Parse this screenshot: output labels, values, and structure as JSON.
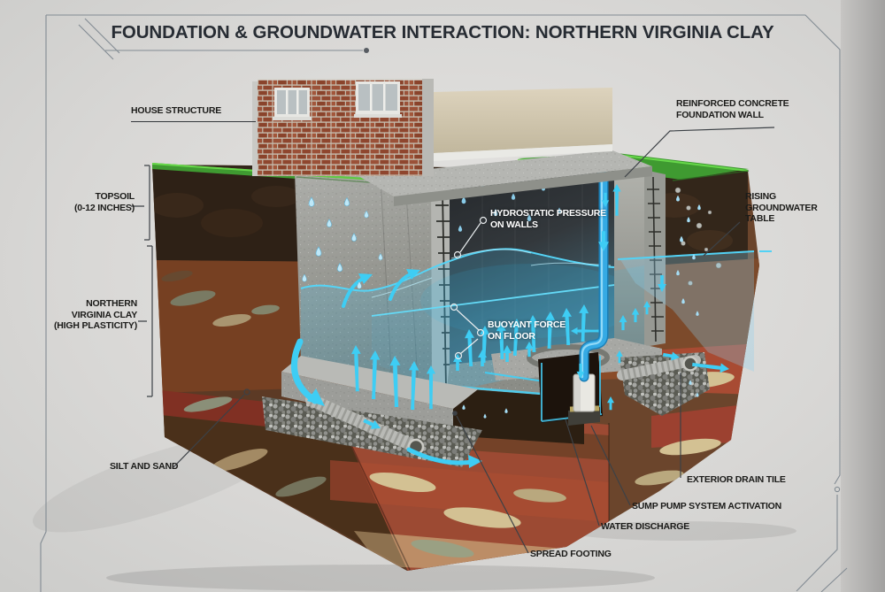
{
  "title": "FOUNDATION & GROUNDWATER INTERACTION: NORTHERN VIRGINIA CLAY",
  "labels": {
    "house_structure": "HOUSE STRUCTURE",
    "topsoil": "TOPSOIL\n(0-12 INCHES)",
    "nova_clay": "NORTHERN\nVIRGINIA CLAY\n(HIGH PLASTICITY)",
    "silt_and_sand": "SILT AND SAND",
    "reinforced_wall": "REINFORCED CONCRETE\nFOUNDATION WALL",
    "rising_groundwater": "RISING\nGROUNDWATER\nTABLE",
    "hydrostatic": "HYDROSTATIC PRESSURE\nON WALLS",
    "buoyant": "BUOYANT FORCE\nON FLOOR",
    "exterior_drain": "EXTERIOR DRAIN TILE",
    "sump_pump": "SUMP PUMP SYSTEM ACTIVATION",
    "water_discharge": "WATER DISCHARGE",
    "spread_footing": "SPREAD FOOTING"
  },
  "palette": {
    "background": "#d8d7d5",
    "frame_line": "#828b93",
    "title_text": "#272c33",
    "label_text": "#1b1b19",
    "label_text_light": "#ffffff",
    "accent_cyan": "#3ecdf4",
    "water_deep": "#1883b8",
    "grass_green": "#3f9a31",
    "brick_red": "#9b5138",
    "concrete_gray": "#a9aaa6",
    "topsoil_brown": "#33261a",
    "clay_orange": "#8a4c29",
    "clay_red": "#a84b33",
    "silt_tan": "#d3c193"
  },
  "diagram_type": "3D cutaway illustration of house foundation and groundwater"
}
